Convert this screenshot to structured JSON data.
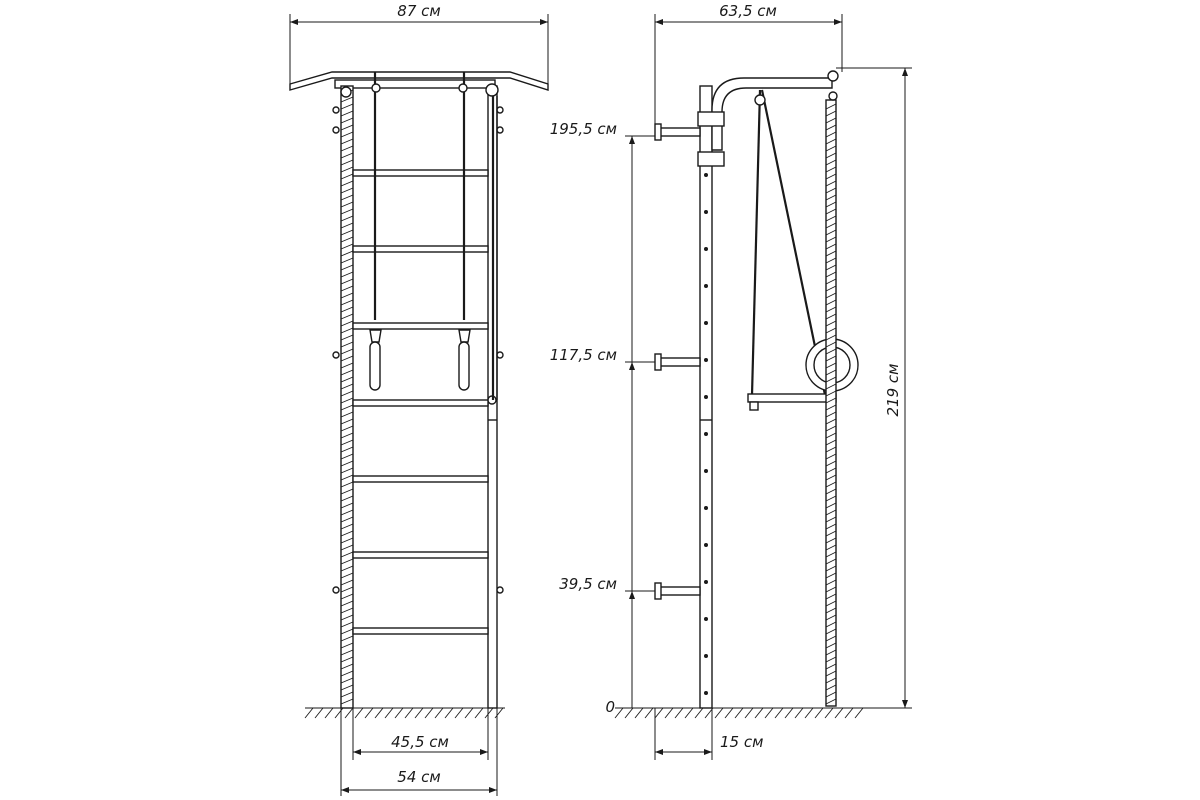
{
  "labels": {
    "front_width": "87 см",
    "side_depth": "63,5 см",
    "h_top": "195,5 см",
    "h_mid": "117,5 см",
    "h_low": "39,5 см",
    "h_zero": "0",
    "total_height": "219 см",
    "inner_width": "45,5 см",
    "outer_width": "54 см",
    "wall_offset": "15 см"
  },
  "colors": {
    "ink": "#1a1a1a",
    "background": "#ffffff"
  }
}
